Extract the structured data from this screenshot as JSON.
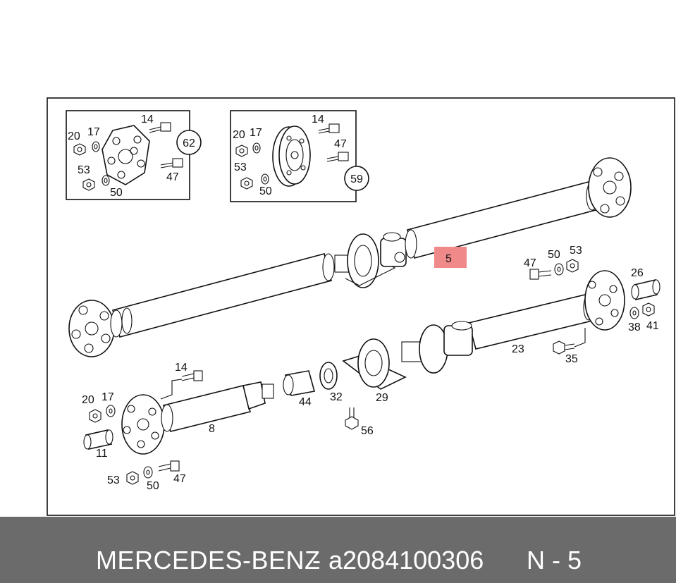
{
  "footer": {
    "brand": "MERCEDES-BENZ",
    "separator": "-",
    "part_number": "a2084100306",
    "position": "N - 5"
  },
  "highlight": {
    "label": "5",
    "color": "#f08a8a"
  },
  "callouts": {
    "inset1": {
      "n14": "14",
      "n20": "20",
      "n17": "17",
      "n53": "53",
      "n50": "50",
      "n47": "47",
      "n62": "62"
    },
    "inset2": {
      "n14": "14",
      "n20": "20",
      "n17": "17",
      "n47": "47",
      "n53": "53",
      "n50": "50",
      "n59": "59"
    },
    "main": {
      "n47": "47",
      "n50": "50",
      "n53": "53",
      "n26": "26",
      "n38": "38",
      "n41": "41",
      "n23": "23",
      "n35": "35",
      "n29": "29",
      "n32": "32",
      "n44": "44",
      "n56": "56",
      "n14": "14",
      "n20": "20",
      "n17": "17",
      "n8": "8",
      "n11": "11",
      "n53b": "53",
      "n50b": "50",
      "n47b": "47"
    }
  }
}
